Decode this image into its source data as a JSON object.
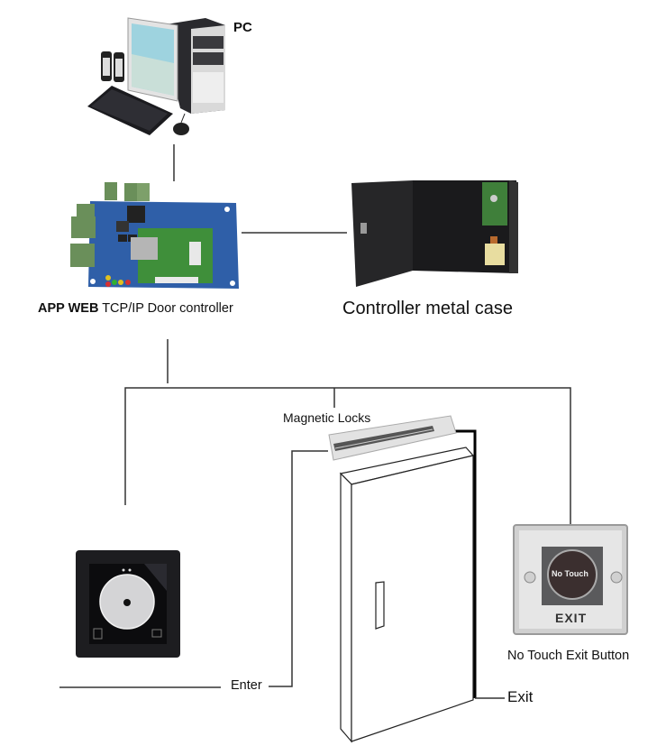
{
  "diagram": {
    "title": "Access control wiring diagram",
    "components": {
      "pc": {
        "label": "PC",
        "icon": "desktop-computer-icon"
      },
      "controller": {
        "label_bold": "APP WEB",
        "label_rest": " TCP/IP Door controller",
        "icon": "circuit-board-icon"
      },
      "metal_case": {
        "label": "Controller metal case",
        "icon": "metal-enclosure-icon"
      },
      "magnetic_lock": {
        "label": "Magnetic Locks",
        "icon": "magnetic-lock-icon"
      },
      "card_reader": {
        "label": "",
        "icon": "card-reader-icon"
      },
      "exit_button": {
        "label": "No Touch Exit Button",
        "button_text": "No Touch",
        "plate_text": "EXIT",
        "icon": "exit-button-icon"
      },
      "door": {
        "icon": "door-icon"
      }
    },
    "sides": {
      "enter": "Enter",
      "exit": "Exit"
    },
    "connections": [
      [
        "PC",
        "APP WEB TCP/IP Door controller"
      ],
      [
        "APP WEB TCP/IP Door controller",
        "Controller metal case"
      ],
      [
        "APP WEB TCP/IP Door controller",
        "Card reader"
      ],
      [
        "APP WEB TCP/IP Door controller",
        "Magnetic Locks"
      ],
      [
        "APP WEB TCP/IP Door controller",
        "No Touch Exit Button"
      ]
    ],
    "colors": {
      "line": "#333333",
      "pcb_blue": "#2f5fa8",
      "pcb_green": "#3f8f3a",
      "terminal_green": "#6a8f5a",
      "case_black": "#1e1e1e",
      "reader_black": "#1a1a1c",
      "steel": "#c9c9c9"
    }
  }
}
